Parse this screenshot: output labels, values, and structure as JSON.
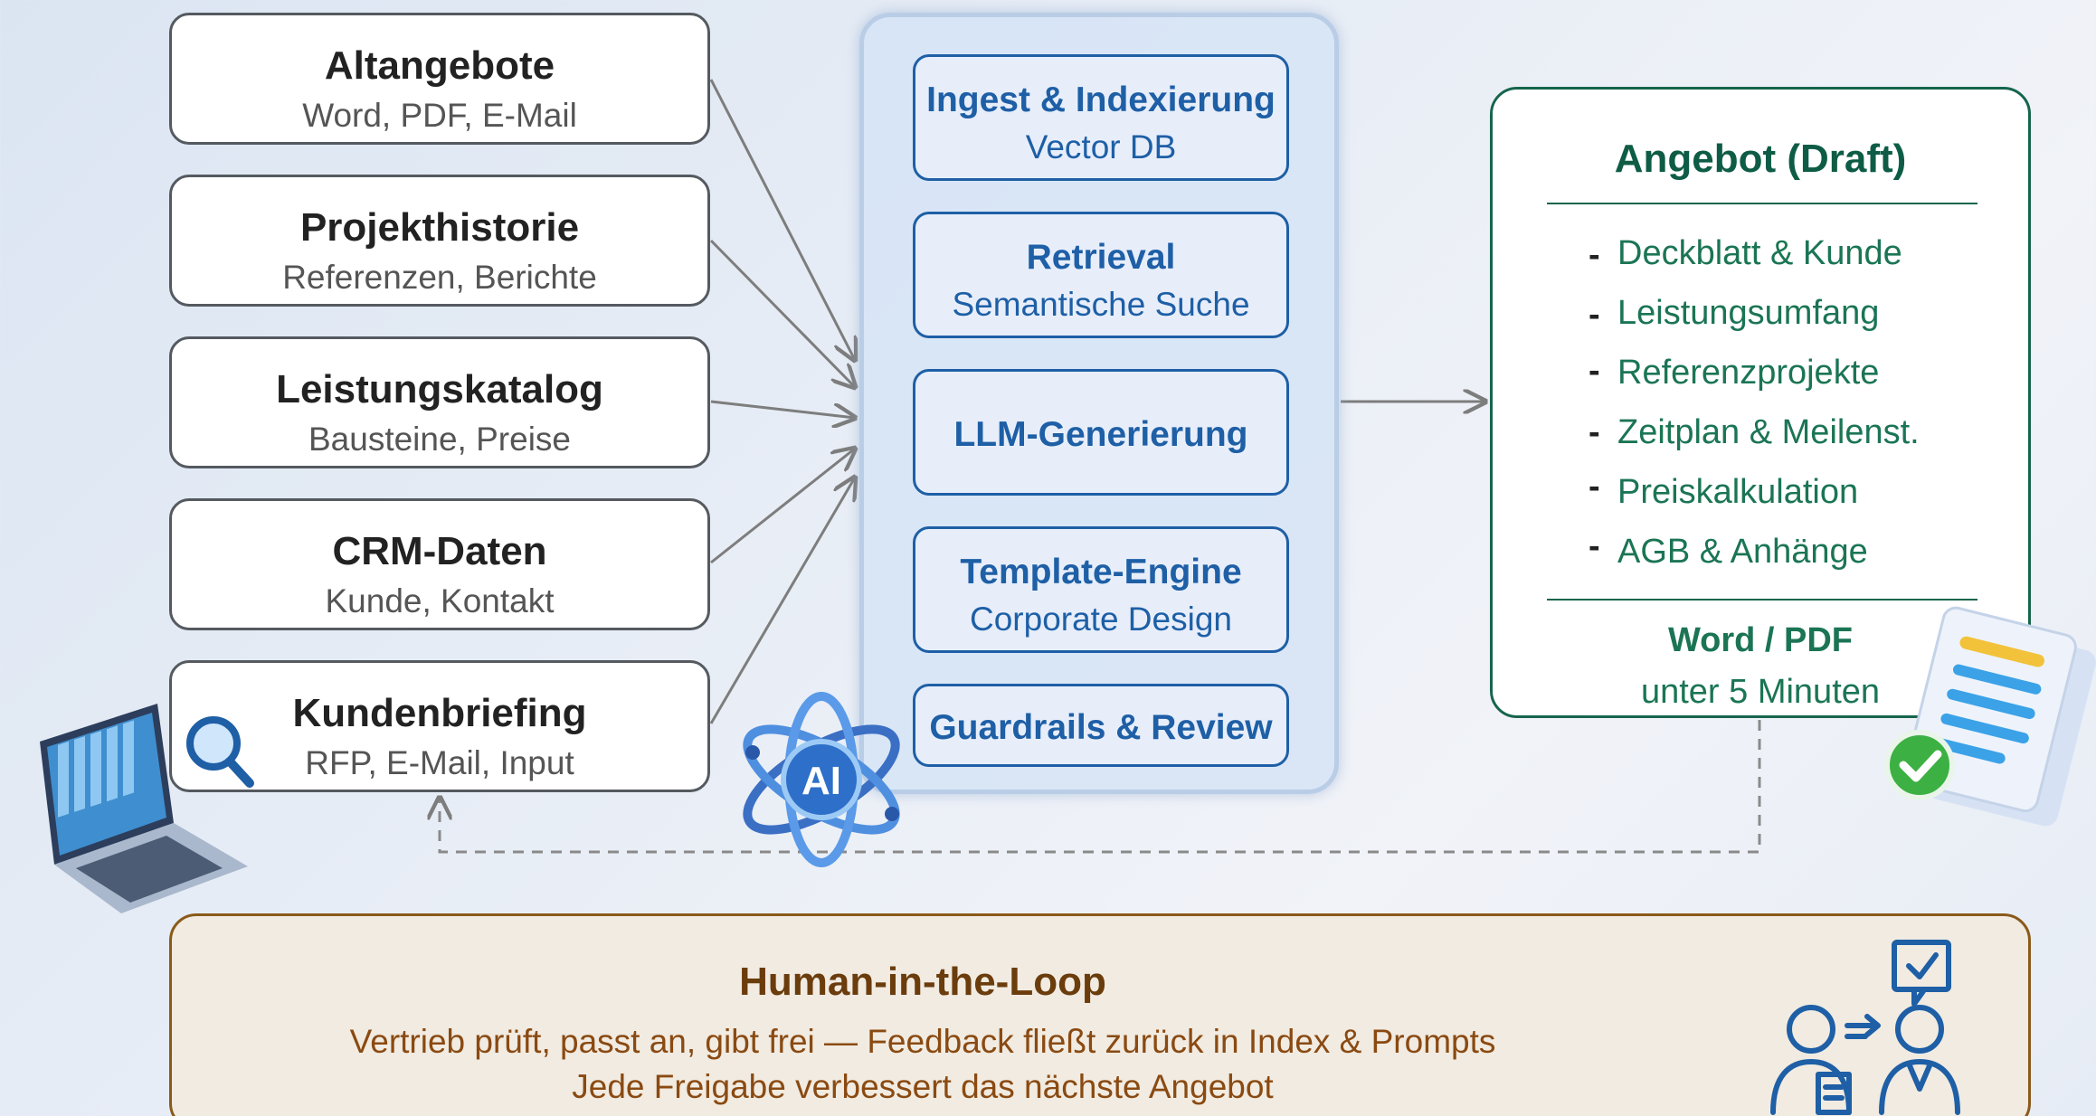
{
  "sources": [
    {
      "title": "Altangebote",
      "subtitle": "Word, PDF, E-Mail"
    },
    {
      "title": "Projekthistorie",
      "subtitle": "Referenzen, Berichte"
    },
    {
      "title": "Leistungskatalog",
      "subtitle": "Bausteine, Preise"
    },
    {
      "title": "CRM-Daten",
      "subtitle": "Kunde, Kontakt"
    },
    {
      "title": "Kundenbriefing",
      "subtitle": "RFP, E-Mail, Input"
    }
  ],
  "pipeline": [
    {
      "title": "Ingest & Indexierung",
      "subtitle": "Vector DB"
    },
    {
      "title": "Retrieval",
      "subtitle": "Semantische Suche"
    },
    {
      "title": "LLM-Generierung",
      "subtitle": ""
    },
    {
      "title": "Template-Engine",
      "subtitle": "Corporate Design"
    },
    {
      "title": "Guardrails & Review",
      "subtitle": ""
    }
  ],
  "output": {
    "title": "Angebot (Draft)",
    "items": [
      "Deckblatt & Kunde",
      "Leistungsumfang",
      "Referenzprojekte",
      "Zeitplan & Meilenst.",
      "Preiskalkulation",
      "AGB & Anhänge"
    ],
    "bullet": "-",
    "format": "Word / PDF",
    "time": "unter 5 Minuten"
  },
  "ai_badge": "AI",
  "hitl": {
    "title": "Human-in-the-Loop",
    "line1": "Vertrieb prüft, passt an, gibt frei — Feedback fließt zurück in Index & Prompts",
    "line2": "Jede Freigabe verbessert das nächste Angebot"
  },
  "icons": [
    "laptop-search-icon",
    "ai-atom-icon",
    "documents-approved-icon",
    "people-review-icon"
  ],
  "colors": {
    "pipeline": "#1e5fa6",
    "output": "#16654c",
    "hitl": "#8a5a1a"
  }
}
